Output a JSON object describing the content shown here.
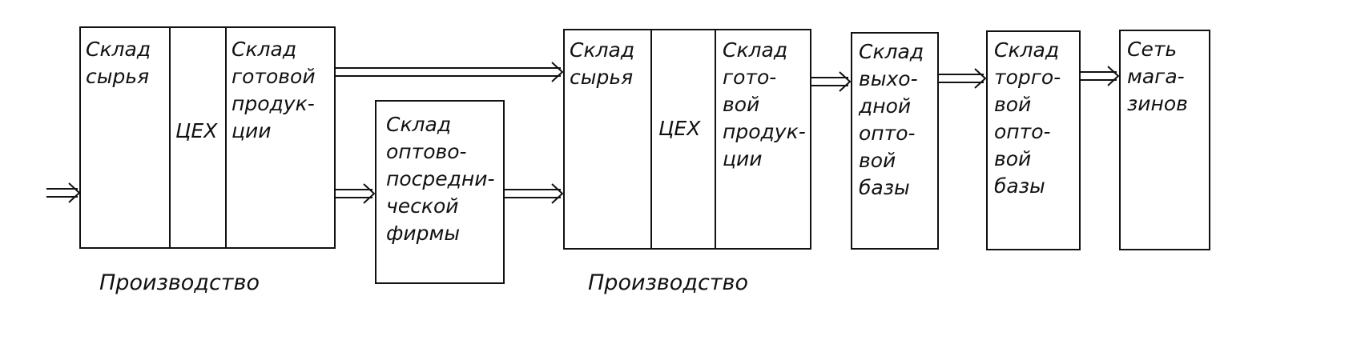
{
  "diagram": {
    "production1": {
      "raw_warehouse": "Склад\nсырья",
      "workshop": "ЦЕХ",
      "finished_warehouse": "Склад\nготовой\nпродук-\nции",
      "caption": "Производство"
    },
    "wholesale_firm": "Склад\nоптово-\nпосредни-\nческой\nфирмы",
    "production2": {
      "raw_warehouse": "Склад\nсырья",
      "workshop": "ЦЕХ",
      "finished_warehouse": "Склад\nгото-\nвой\nпродук-\nции",
      "caption": "Производство"
    },
    "outgoing_base": "Склад\nвыхо-\nдной\nопто-\nвой\nбазы",
    "trade_base": "Склад\nторго-\nвой\nопто-\nвой\nбазы",
    "store_network": "Сеть\nмага-\nзинов"
  }
}
